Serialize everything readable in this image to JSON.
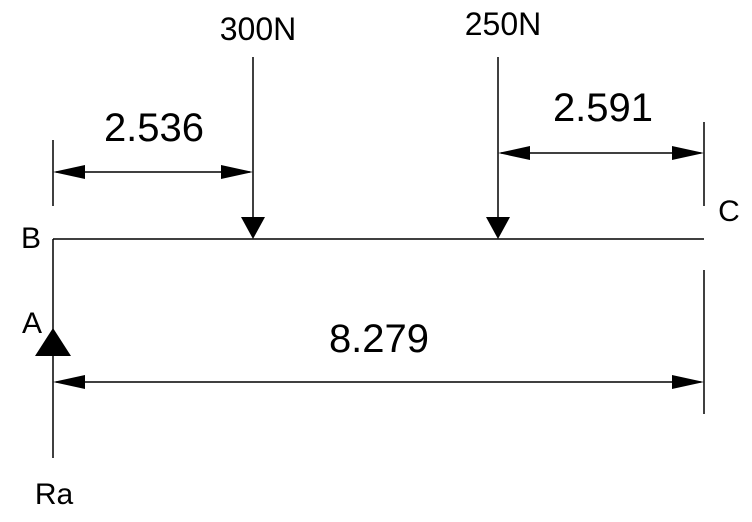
{
  "loads": {
    "load1": "300N",
    "load2": "250N"
  },
  "dimensions": {
    "dim_left": "2.536",
    "dim_right": "2.591",
    "dim_total": "8.279"
  },
  "points": {
    "a": "A",
    "b": "B",
    "c": "C"
  },
  "reaction": "Ra",
  "colors": {
    "line": "#000000",
    "background": "#ffffff"
  }
}
